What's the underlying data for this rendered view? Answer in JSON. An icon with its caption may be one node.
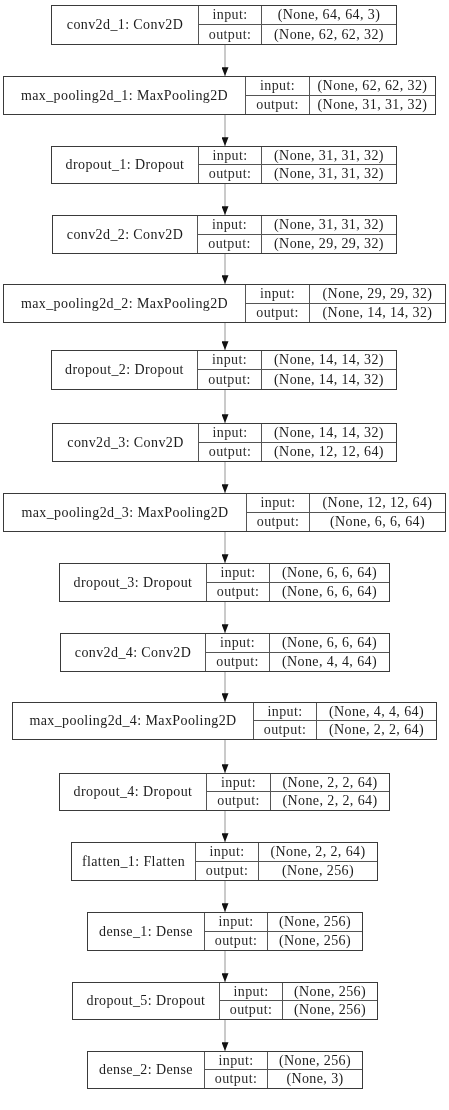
{
  "diagram": {
    "nodes": [
      {
        "text": [
          "conv2d_1: Conv2D",
          "input:",
          "(None, 64, 64, 3)",
          "output:",
          "(None, 62, 62, 32)"
        ]
      },
      {
        "text": [
          "max_pooling2d_1: MaxPooling2D",
          "input:",
          "(None, 62, 62, 32)",
          "output:",
          "(None, 31, 31, 32)"
        ]
      },
      {
        "text": [
          "dropout_1: Dropout",
          "input:",
          "(None, 31, 31, 32)",
          "output:",
          "(None, 31, 31, 32)"
        ]
      },
      {
        "text": [
          "conv2d_2: Conv2D",
          "input:",
          "(None, 31, 31, 32)",
          "output:",
          "(None, 29, 29, 32)"
        ]
      },
      {
        "text": [
          "max_pooling2d_2: MaxPooling2D",
          "input:",
          "(None, 29, 29, 32)",
          "output:",
          "(None, 14, 14, 32)"
        ]
      },
      {
        "text": [
          "dropout_2: Dropout",
          "input:",
          "(None, 14, 14, 32)",
          "output:",
          "(None, 14, 14, 32)"
        ]
      },
      {
        "text": [
          "conv2d_3: Conv2D",
          "input:",
          "(None, 14, 14, 32)",
          "output:",
          "(None, 12, 12, 64)"
        ]
      },
      {
        "text": [
          "max_pooling2d_3: MaxPooling2D",
          "input:",
          "(None, 12, 12, 64)",
          "output:",
          "(None, 6, 6, 64)"
        ]
      },
      {
        "text": [
          "dropout_3: Dropout",
          "input:",
          "(None, 6, 6, 64)",
          "output:",
          "(None, 6, 6, 64)"
        ]
      },
      {
        "text": [
          "conv2d_4: Conv2D",
          "input:",
          "(None, 6, 6, 64)",
          "output:",
          "(None, 4, 4, 64)"
        ]
      },
      {
        "text": [
          "max_pooling2d_4: MaxPooling2D",
          "input:",
          "(None, 4, 4, 64)",
          "output:",
          "(None, 2, 2, 64)"
        ]
      },
      {
        "text": [
          "dropout_4: Dropout",
          "input:",
          "(None, 2, 2, 64)",
          "output:",
          "(None, 2, 2, 64)"
        ]
      },
      {
        "text": [
          "flatten_1: Flatten",
          "input:",
          "(None, 2, 2, 64)",
          "output:",
          "(None, 256)"
        ]
      },
      {
        "text": [
          "dense_1: Dense",
          "input:",
          "(None, 256)",
          "output:",
          "(None, 256)"
        ]
      },
      {
        "text": [
          "dropout_5: Dropout",
          "input:",
          "(None, 256)",
          "output:",
          "(None, 256)"
        ]
      },
      {
        "text": [
          "dense_2: Dense",
          "input:",
          "(None, 256)",
          "output:",
          "(None, 3)"
        ]
      }
    ],
    "edges": [
      {
        "from": 0,
        "to": 1,
        "arrow": "to"
      },
      {
        "from": 1,
        "to": 2,
        "arrow": "to"
      },
      {
        "from": 2,
        "to": 3,
        "arrow": "to"
      },
      {
        "from": 3,
        "to": 4,
        "arrow": "to"
      },
      {
        "from": 4,
        "to": 5,
        "arrow": "to"
      },
      {
        "from": 5,
        "to": 6,
        "arrow": "to"
      },
      {
        "from": 6,
        "to": 7,
        "arrow": "to"
      },
      {
        "from": 7,
        "to": 8,
        "arrow": "to"
      },
      {
        "from": 8,
        "to": 9,
        "arrow": "to"
      },
      {
        "from": 9,
        "to": 10,
        "arrow": "to"
      },
      {
        "from": 10,
        "to": 11,
        "arrow": "to"
      },
      {
        "from": 11,
        "to": 12,
        "arrow": "to"
      },
      {
        "from": 12,
        "to": 13,
        "arrow": "to"
      },
      {
        "from": 13,
        "to": 14,
        "arrow": "to"
      },
      {
        "from": 14,
        "to": 15,
        "arrow": "to"
      }
    ]
  }
}
